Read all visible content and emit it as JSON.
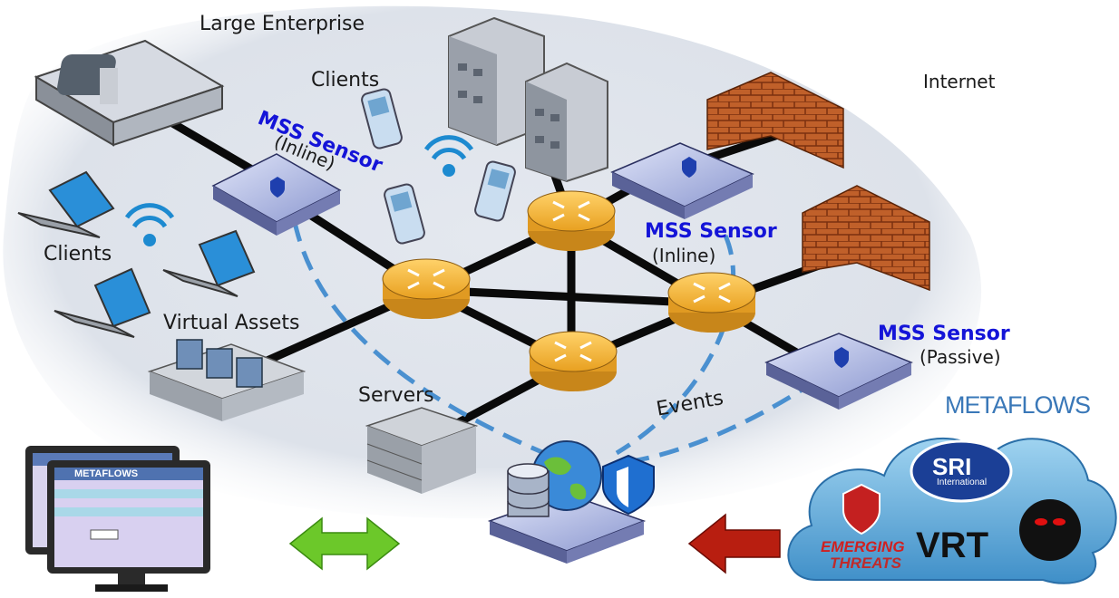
{
  "zones": {
    "enterprise": "Large Enterprise",
    "internet": "Internet"
  },
  "labels": {
    "clients_top": "Clients",
    "clients_left": "Clients",
    "virtual_assets": "Virtual Assets",
    "servers": "Servers",
    "events": "Events"
  },
  "sensors": [
    {
      "name": "MSS Sensor",
      "mode": "(Inline)"
    },
    {
      "name": "MSS Sensor",
      "mode": "(Inline)"
    },
    {
      "name": "MSS Sensor",
      "mode": "(Passive)"
    }
  ],
  "brand": {
    "name": "METAFLOWS",
    "console_name": "METAFLOWS"
  },
  "cloud_partners": {
    "sri": "SRI",
    "sri_sub": "International",
    "emerging": "EMERGING",
    "threats": "THREATS",
    "vrt": "VRT"
  },
  "colors": {
    "sensor_label": "#1414d8",
    "router": "#f0b030",
    "firewall": "#c0602a",
    "cloud": "#5aa8d8",
    "dashed_link": "#4a90d0",
    "arrow_green": "#6cc82a",
    "arrow_red": "#b81e10"
  },
  "icons": [
    "router-icon",
    "firewall-icon",
    "sensor-icon",
    "phone-icon",
    "laptop-icon",
    "wifi-icon",
    "building-icon",
    "server-icon",
    "database-icon",
    "globe-icon",
    "shield-icon",
    "monitor-icon",
    "cloud-icon"
  ]
}
